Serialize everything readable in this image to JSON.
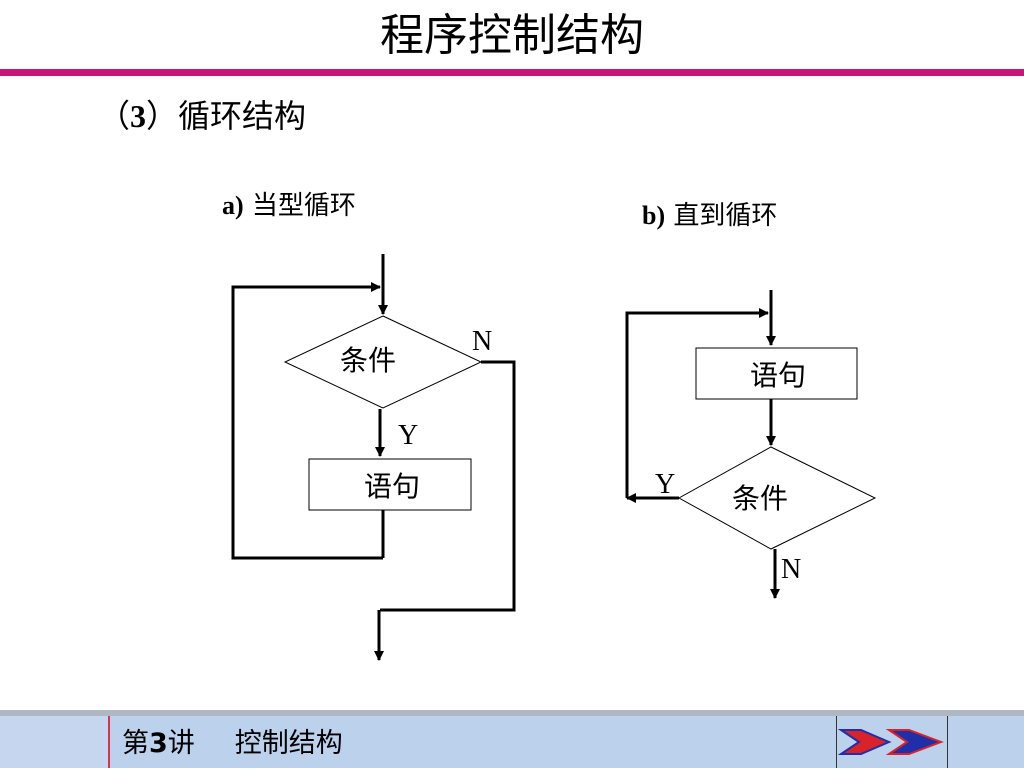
{
  "slide": {
    "title": "程序控制结构",
    "subtitle_open": "（",
    "subtitle_num": "3",
    "subtitle_close": "）循环结构"
  },
  "diagram_a": {
    "caption_letter": "a)",
    "caption_text": " 当型循环",
    "condition_label": "条件",
    "statement_label": "语句",
    "yes_label": "Y",
    "no_label": "N"
  },
  "diagram_b": {
    "caption_letter": "b)",
    "caption_text": " 直到循环",
    "condition_label": "条件",
    "statement_label": "语句",
    "yes_label": "Y",
    "no_label": "N"
  },
  "footer": {
    "lecture_prefix": "第",
    "lecture_num": "3",
    "lecture_suffix": "讲",
    "topic": "控制结构",
    "nav_icon": "next-slide-double-arrow",
    "colors": {
      "accent": "#c8157a",
      "bar": "#bcd1ec",
      "arrow_red": "#d8232a",
      "arrow_blue": "#1f2fa8"
    }
  }
}
